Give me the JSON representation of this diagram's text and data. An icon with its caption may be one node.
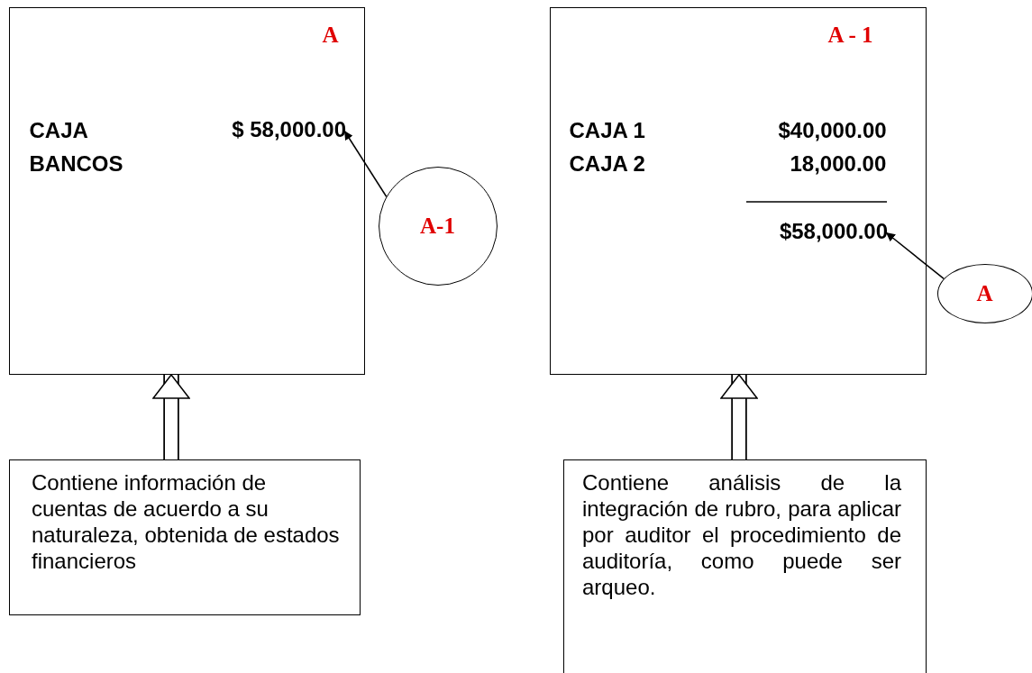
{
  "diagram": {
    "nodes": [
      {
        "text": [
          "A",
          "CAJA",
          "BANCOS"
        ]
      },
      {
        "text": [
          "$ 58,000.00"
        ],
        "in": 0
      },
      {
        "text": [
          "A-1"
        ]
      },
      {
        "text": [
          "A - 1",
          "CAJA 1",
          "$40,000.00",
          "CAJA 2",
          "18,000.00"
        ]
      },
      {
        "text": [
          "$58,000.00"
        ],
        "in": 3
      },
      {
        "text": [
          "A"
        ]
      },
      {
        "text": [
          "Contiene información de cuentas de acuerdo a su naturaleza, obtenida de estados financieros"
        ]
      },
      {
        "text": [
          "Contiene análisis de la integración de rubro, para aplicar por auditor el procedimiento de auditoría, como puede ser arqueo."
        ]
      }
    ],
    "edges": [
      {
        "from": 2,
        "to": 1,
        "arrow": "to"
      },
      {
        "from": 5,
        "to": 4,
        "arrow": "to"
      },
      {
        "from": 6,
        "to": 0,
        "arrow": "to"
      },
      {
        "from": 7,
        "to": 3,
        "arrow": "to"
      }
    ]
  }
}
